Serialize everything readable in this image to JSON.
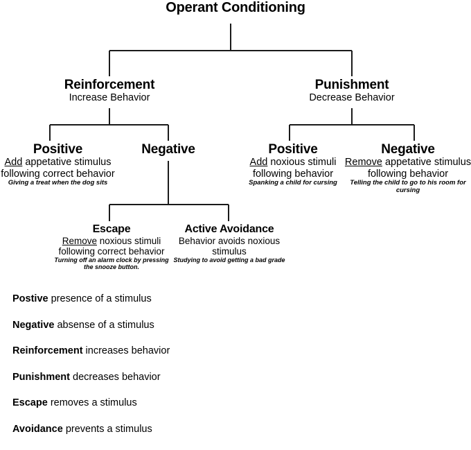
{
  "diagram": {
    "title": "Operant Conditioning",
    "nodes": {
      "root": {
        "title": "Operant Conditioning"
      },
      "reinforcement": {
        "title": "Reinforcement",
        "sub": "Increase Behavior"
      },
      "punishment": {
        "title": "Punishment",
        "sub": "Decrease Behavior"
      },
      "positive_reinforcement": {
        "title": "Positive",
        "sub_underlined": "Add",
        "sub_rest": " appetative stimulus",
        "sub2": "following correct behavior",
        "caption": "Giving a treat when the dog sits"
      },
      "negative_reinforcement": {
        "title": "Negative"
      },
      "positive_punishment": {
        "title": "Positive",
        "sub_underlined": "Add",
        "sub_rest": " noxious stimuli",
        "sub2": "following behavior",
        "caption": "Spanking a child for cursing"
      },
      "negative_punishment": {
        "title": "Negative",
        "sub_underlined": "Remove",
        "sub_rest": " appetative stimulus",
        "sub2": "following behavior",
        "caption": "Telling the child to go to his room for cursing"
      },
      "escape": {
        "title": "Escape",
        "sub_underlined": "Remove",
        "sub_rest": " noxious stimuli",
        "sub2": "following correct behavior",
        "caption": "Turning off an alarm clock by pressing",
        "caption2": "the snooze button."
      },
      "active_avoidance": {
        "title": "Active Avoidance",
        "sub_underlined": "",
        "sub_rest": "Behavior avoids noxious",
        "sub2": "stimulus",
        "caption": "Studying to avoid getting a bad grade"
      }
    }
  },
  "legend": [
    {
      "term": "Postive",
      "def": " presence of a stimulus"
    },
    {
      "term": "Negative",
      "def": " absense of a stimulus"
    },
    {
      "term": "Reinforcement",
      "def": " increases behavior"
    },
    {
      "term": "Punishment",
      "def": " decreases behavior"
    },
    {
      "term": "Escape",
      "def": " removes a stimulus"
    },
    {
      "term": "Avoidance",
      "def": " prevents a stimulus"
    }
  ],
  "style": {
    "line_color": "#1a1a1a",
    "text_color": "#000000",
    "background": "#ffffff"
  }
}
